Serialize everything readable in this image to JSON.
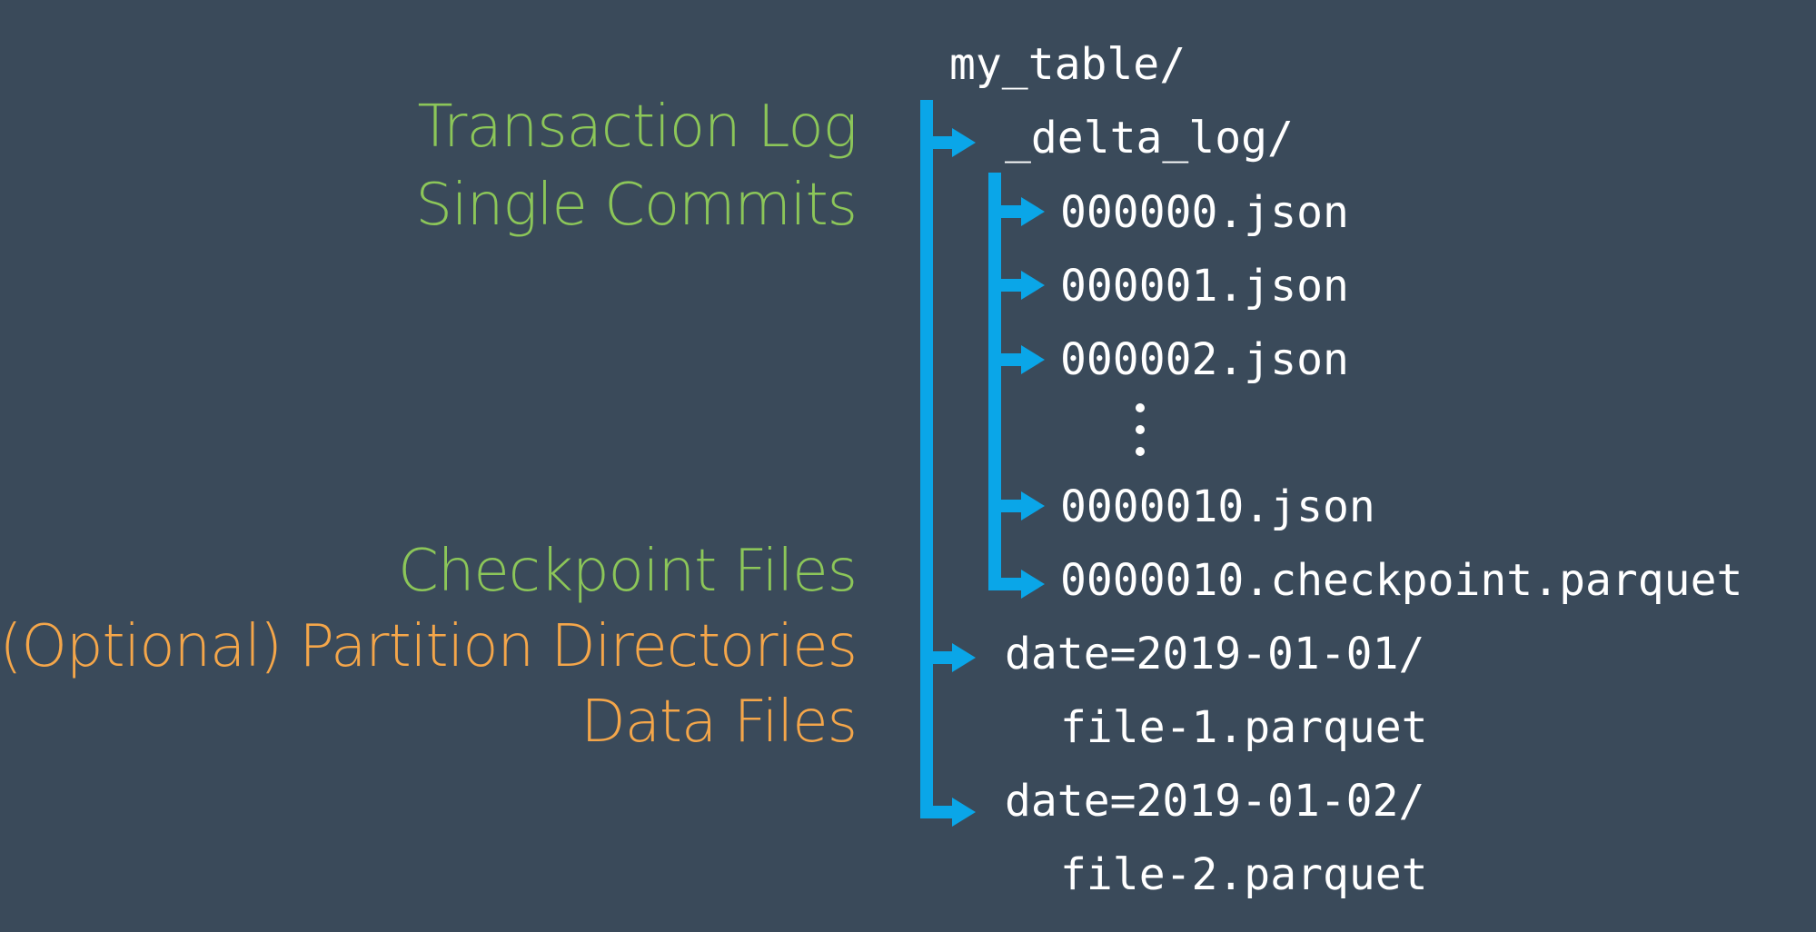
{
  "labels": {
    "transaction_log": "Transaction Log",
    "single_commits": "Single Commits",
    "checkpoint_files": "Checkpoint Files",
    "partition_directories": "(Optional) Partition Directories",
    "data_files": "Data Files"
  },
  "tree": {
    "root": "my_table/",
    "delta_log": "_delta_log/",
    "commit_0": "000000.json",
    "commit_1": "000001.json",
    "commit_2": "000002.json",
    "ellipsis": "⋮",
    "commit_10": "0000010.json",
    "checkpoint": "0000010.checkpoint.parquet",
    "partition_1": "date=2019-01-01/",
    "file_1": "file-1.parquet",
    "partition_2": "date=2019-01-02/",
    "file_2": "file-2.parquet"
  },
  "colors": {
    "background": "#3a4a5a",
    "connector": "#0aa6e8",
    "delta_log_labels": "#8cc659",
    "data_labels": "#f4a64a",
    "tree_text": "#ffffff"
  }
}
